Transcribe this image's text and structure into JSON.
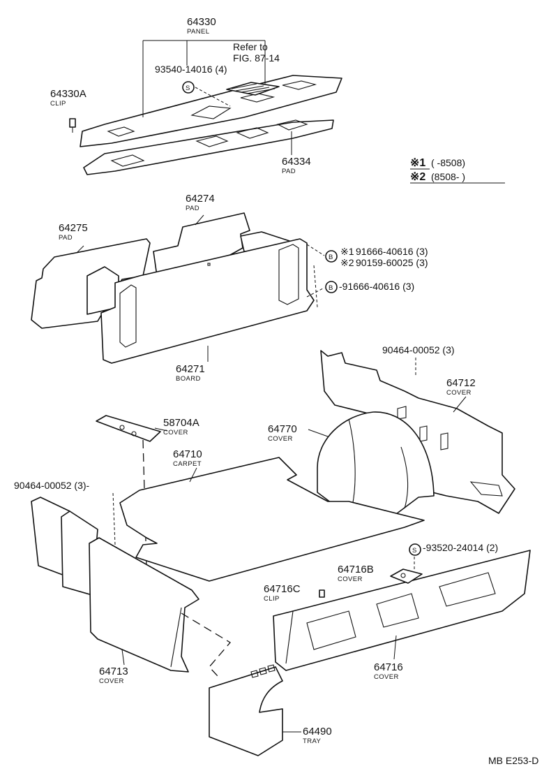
{
  "diagram": {
    "code": "MB E253-D",
    "legend": {
      "note1_mark": "※1",
      "note1_text": "(        -8508)",
      "note2_mark": "※2",
      "note2_text": "(8508-           )"
    },
    "parts": {
      "p64330": {
        "number": "64330",
        "name": "PANEL"
      },
      "p64330A": {
        "number": "64330A",
        "name": "CLIP"
      },
      "p64334": {
        "number": "64334",
        "name": "PAD"
      },
      "p64274": {
        "number": "64274",
        "name": "PAD"
      },
      "p64275": {
        "number": "64275",
        "name": "PAD"
      },
      "p64271": {
        "number": "64271",
        "name": "BOARD"
      },
      "p64712": {
        "number": "64712",
        "name": "COVER"
      },
      "p64770": {
        "number": "64770",
        "name": "COVER"
      },
      "p58704A": {
        "number": "58704A",
        "name": "COVER"
      },
      "p64710": {
        "number": "64710",
        "name": "CARPET"
      },
      "p64716B": {
        "number": "64716B",
        "name": "COVER"
      },
      "p64716C": {
        "number": "64716C",
        "name": "CLIP"
      },
      "p64716": {
        "number": "64716",
        "name": "COVER"
      },
      "p64713": {
        "number": "64713",
        "name": "COVER"
      },
      "p64490": {
        "number": "64490",
        "name": "TRAY"
      }
    },
    "fasteners": {
      "f93540": "93540-14016 (4)",
      "f91666a_mark": "※1",
      "f91666a": "91666-40616 (3)",
      "f90159_mark": "※2",
      "f90159": "90159-60025 (3)",
      "f91666b": "-91666-40616 (3)",
      "f90464a": "90464-00052 (3)",
      "f90464b": "90464-00052 (3)-",
      "f93520": "-93520-24014 (2)"
    },
    "references": {
      "refer_line1": "Refer to",
      "refer_line2": "FIG. 87-14"
    },
    "symbols": {
      "s": "S",
      "b": "B"
    }
  }
}
